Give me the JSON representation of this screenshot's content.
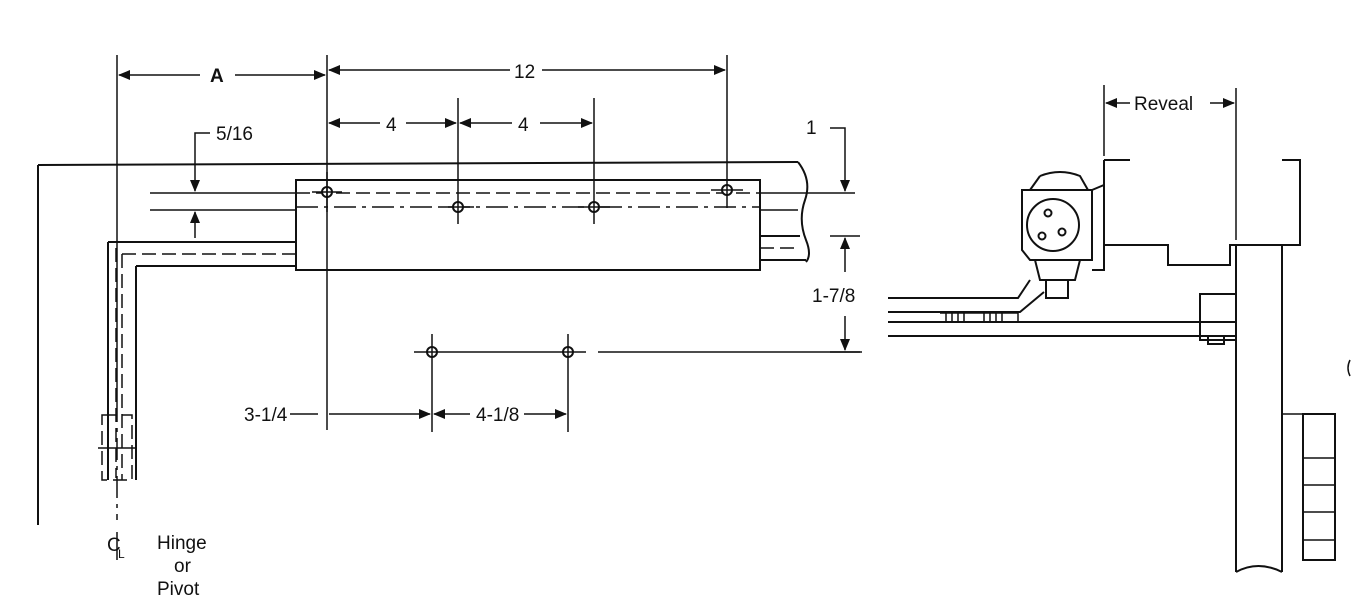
{
  "labels": {
    "dim_a": "A",
    "dim_12": "12",
    "dim_4_left": "4",
    "dim_4_right": "4",
    "dim_5_16": "5/16",
    "dim_1": "1",
    "dim_1_7_8": "1-7/8",
    "dim_3_1_4": "3-1/4",
    "dim_4_1_8": "4-1/8",
    "centerline_symbol": "C",
    "centerline_sub": "L",
    "hinge_line1": "Hinge",
    "hinge_line2": "or",
    "hinge_line3": "Pivot",
    "reveal": "Reveal"
  }
}
